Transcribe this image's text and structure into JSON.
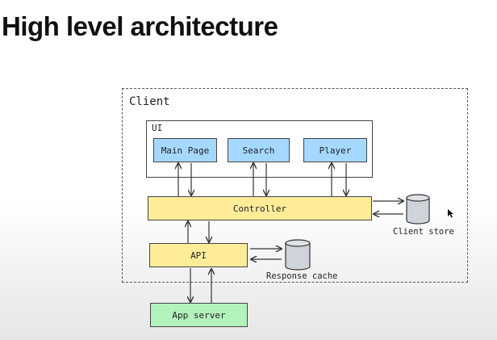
{
  "slide": {
    "title": "High level architecture"
  },
  "diagram": {
    "client_label": "Client",
    "ui_label": "UI",
    "main_page": "Main Page",
    "search": "Search",
    "player": "Player",
    "controller": "Controller",
    "api": "API",
    "app_server": "App server",
    "client_store": "Client store",
    "response_cache": "Response cache"
  }
}
